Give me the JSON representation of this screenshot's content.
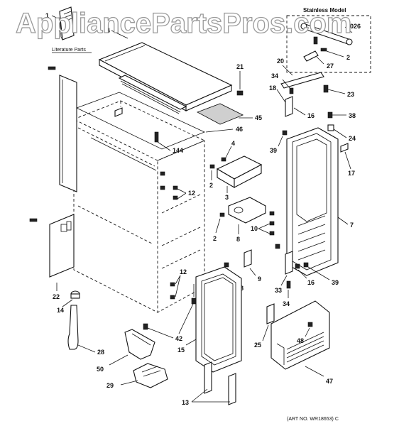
{
  "watermark": "AppliancePartsPros.com",
  "stainless_model_label": "Stainless Model",
  "literature_parts_label": "Literature Parts",
  "art_number": "(ART NO. WR18653) C",
  "callouts": {
    "c1": "1",
    "c4": "4",
    "c21": "21",
    "c45": "45",
    "c46": "46",
    "c144": "144",
    "c20_box": "20",
    "c26": "26",
    "c2_box": "2",
    "c27": "27",
    "c20": "20",
    "c34_top": "34",
    "c18": "18",
    "c23": "23",
    "c16_top": "16",
    "c38": "38",
    "c39_top": "39",
    "c24": "24",
    "c17": "17",
    "c7": "7",
    "c4b": "4",
    "c2_a": "2",
    "c3": "3",
    "c12_top": "12",
    "c8": "8",
    "c2_b": "2",
    "c10": "10",
    "c22": "22",
    "c14": "14",
    "c9": "9",
    "c48_mid": "48",
    "c12_bot": "12",
    "c33": "33",
    "c16_bot": "16",
    "c39_bot": "39",
    "c34_bot": "34",
    "c42": "42",
    "c15": "15",
    "c28": "28",
    "c50": "50",
    "c29": "29",
    "c13": "13",
    "c25": "25",
    "c48_bot": "48",
    "c47": "47"
  },
  "colors": {
    "ink": "#111111",
    "watermark_outline": "#9a9a9a",
    "paper": "#ffffff"
  }
}
